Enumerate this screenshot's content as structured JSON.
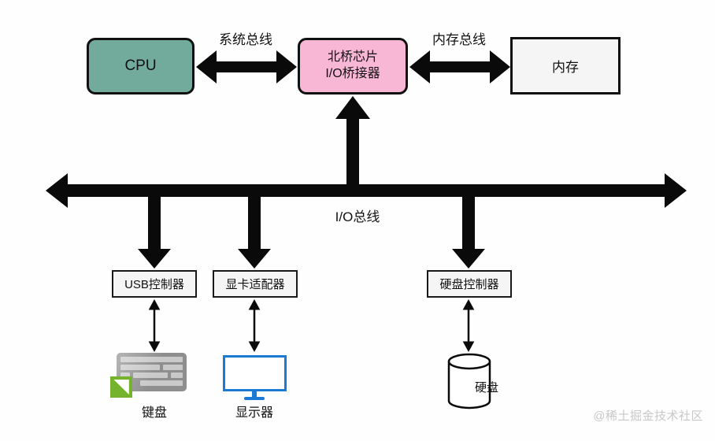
{
  "diagram": {
    "nodes": {
      "cpu": {
        "label": "CPU",
        "fill": "#72ab9c"
      },
      "northbridge": {
        "label_line1": "北桥芯片",
        "label_line2": "I/O桥接器",
        "fill": "#f9b7d6"
      },
      "memory": {
        "label": "内存",
        "fill": "#f5f5f5"
      },
      "usb_controller": {
        "label": "USB控制器",
        "fill": "#f5f5f5"
      },
      "gpu_adapter": {
        "label": "显卡适配器",
        "fill": "#f5f5f5"
      },
      "disk_controller": {
        "label": "硬盘控制器",
        "fill": "#f5f5f5"
      },
      "keyboard": {
        "label": "键盘"
      },
      "display": {
        "label": "显示器"
      },
      "hard_disk": {
        "label": "硬盘"
      }
    },
    "bus_labels": {
      "system_bus": "系统总线",
      "memory_bus": "内存总线",
      "io_bus": "I/O总线"
    },
    "icons": {
      "keyboard": "keyboard-icon",
      "display": "monitor-icon",
      "hard_disk": "cylinder-disk-icon"
    },
    "colors": {
      "arrow_black": "#0a0a0a",
      "monitor_blue": "#1a7ad4",
      "keyboard_green": "#74b32b",
      "keyboard_gray": "#8e8e8e",
      "cpu_teal": "#72ab9c",
      "bridge_pink": "#f9b7d6",
      "box_gray": "#f5f5f5",
      "watermark_gray": "#c8c8c8"
    }
  },
  "watermark": "@稀土掘金技术社区"
}
